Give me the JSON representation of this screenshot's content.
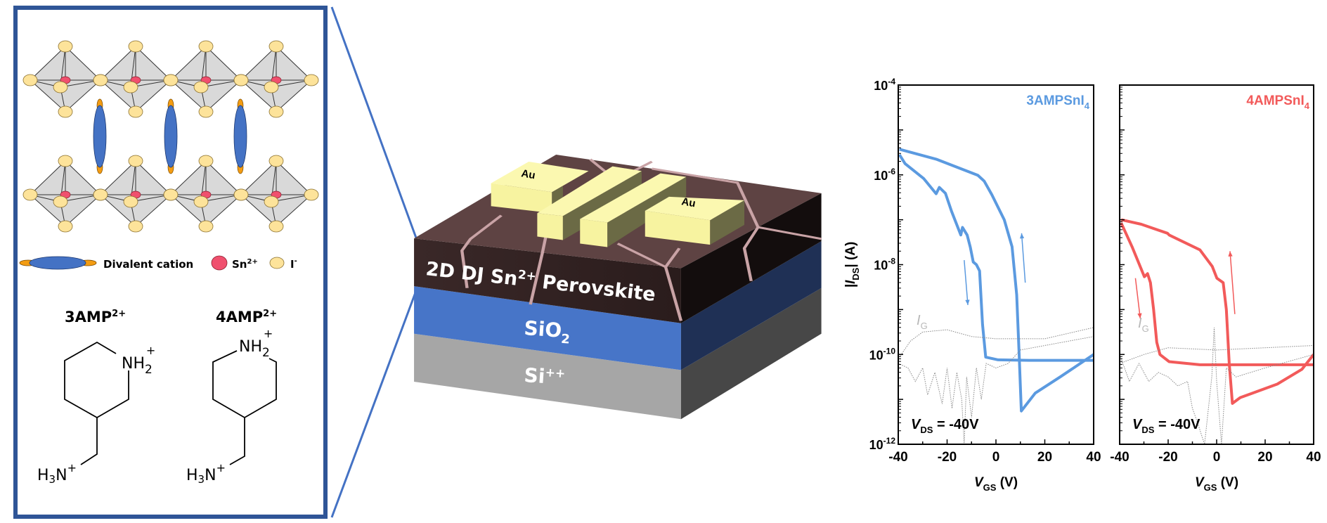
{
  "structure_panel": {
    "legend": {
      "cation_label": "Divalent cation",
      "sn_label": "Sn",
      "sn_sup": "2+",
      "i_label": "I",
      "i_sup": "-"
    },
    "molecules": [
      {
        "name": "3AMP",
        "sup": "2+",
        "nh": "NH",
        "nh_sub": "2",
        "nh_sup": "+",
        "h": "H",
        "h_sub": "3",
        "n": "N",
        "n_sup": "+"
      },
      {
        "name": "4AMP",
        "sup": "2+",
        "nh": "NH",
        "nh_sub": "2",
        "nh_sup": "+",
        "h": "H",
        "h_sub": "3",
        "n": "N",
        "n_sup": "+"
      }
    ],
    "colors": {
      "frame": "#2f5597",
      "cation": "#4472c4",
      "cation_end": "#f39c12",
      "sn": "#f0506e",
      "iodide": "#fde39a",
      "octahedron": "#d9d9d9"
    }
  },
  "device": {
    "perovskite_label": "2D DJ Sn",
    "perovskite_sup": "2+",
    "perovskite_suffix": " Perovskite",
    "sio2_label": "SiO",
    "sio2_sub": "2",
    "si_label": "Si",
    "si_sup": "++",
    "electrode_left": "Au",
    "electrode_right": "Au"
  },
  "chart_data": [
    {
      "type": "line",
      "title": "3AMPSnI",
      "title_sub": "4",
      "color": "#5b9ae0",
      "xlabel": "V",
      "xlabel_sub": "GS",
      "xlabel_unit": " (V)",
      "ylabel": "|I",
      "ylabel_sub": "DS",
      "ylabel_unit": "| (A)",
      "yscale": "log",
      "xlim": [
        -40,
        40
      ],
      "ylim_exp": [
        -12,
        -4
      ],
      "xticks": [
        "-40",
        "-20",
        "0",
        "20",
        "40"
      ],
      "xtick_values": [
        -40,
        -20,
        0,
        20,
        40
      ],
      "yticks_base": "10",
      "yticks_exp": [
        "-4",
        "-6",
        "-8",
        "-10",
        "-12"
      ],
      "annotation": {
        "v": "V",
        "sub": "DS",
        "text": " = -40V"
      },
      "ig_label": {
        "i": "I",
        "sub": "G"
      },
      "series": [
        {
          "name": "IDS forward sweep (log10 A)",
          "points": [
            [
              -39.5,
              -5.55
            ],
            [
              -37.2,
              -5.75
            ],
            [
              -29.6,
              -6.08
            ],
            [
              -24.5,
              -6.42
            ],
            [
              -23.2,
              -6.28
            ],
            [
              -20.7,
              -6.41
            ],
            [
              -18.2,
              -6.81
            ],
            [
              -14.4,
              -7.34
            ],
            [
              -13.7,
              -7.17
            ],
            [
              -11.8,
              -7.34
            ],
            [
              -10.5,
              -7.61
            ],
            [
              -9.3,
              -7.94
            ],
            [
              -8,
              -8.0
            ],
            [
              -6.7,
              -8.14
            ],
            [
              -5.5,
              -9.33
            ],
            [
              -4.2,
              -10.06
            ],
            [
              0.9,
              -10.12
            ],
            [
              13.6,
              -10.13
            ],
            [
              40,
              -10.13
            ]
          ]
        },
        {
          "name": "IDS reverse sweep (log10 A)",
          "points": [
            [
              40,
              -10.0
            ],
            [
              26.3,
              -10.5
            ],
            [
              16.1,
              -10.86
            ],
            [
              10.4,
              -11.26
            ],
            [
              9.5,
              -10.0
            ],
            [
              8.5,
              -8.67
            ],
            [
              6.6,
              -7.6
            ],
            [
              3.4,
              -7.0
            ],
            [
              -1.7,
              -6.44
            ],
            [
              -4.8,
              -6.14
            ],
            [
              -7.4,
              -6.01
            ],
            [
              -24.5,
              -5.65
            ],
            [
              -39.5,
              -5.43
            ]
          ]
        },
        {
          "name": "IG a (log10 A)",
          "dotted": true,
          "points": [
            [
              -40,
              -10.1
            ],
            [
              -35,
              -9.7
            ],
            [
              -30,
              -9.5
            ],
            [
              -20,
              -9.45
            ],
            [
              -10,
              -9.6
            ],
            [
              0,
              -9.65
            ],
            [
              20,
              -9.65
            ],
            [
              40,
              -9.4
            ]
          ]
        },
        {
          "name": "IG b (log10 A)",
          "dotted": true,
          "points": [
            [
              -40,
              -10.2
            ],
            [
              -36,
              -10.3
            ],
            [
              -33,
              -10.6
            ],
            [
              -30,
              -10.3
            ],
            [
              -28,
              -10.9
            ],
            [
              -25,
              -10.4
            ],
            [
              -22,
              -11.1
            ],
            [
              -20,
              -10.3
            ],
            [
              -18,
              -11.2
            ],
            [
              -16,
              -10.4
            ],
            [
              -14,
              -11.0
            ],
            [
              -13,
              -12.0
            ],
            [
              -12,
              -10.5
            ],
            [
              -10,
              -11.4
            ],
            [
              -8,
              -10.3
            ],
            [
              -6,
              -11.0
            ],
            [
              -4,
              -10.2
            ],
            [
              0,
              -10.3
            ],
            [
              5,
              -10.2
            ],
            [
              10,
              -9.9
            ],
            [
              20,
              -9.8
            ],
            [
              30,
              -9.7
            ],
            [
              40,
              -9.6
            ]
          ]
        }
      ],
      "arrows": [
        {
          "from": [
            -13,
            -7.9
          ],
          "to": [
            -11.5,
            -8.9
          ]
        },
        {
          "from": [
            12,
            -8.4
          ],
          "to": [
            10.5,
            -7.3
          ]
        }
      ]
    },
    {
      "type": "line",
      "title": "4AMPSnI",
      "title_sub": "4",
      "color": "#f25a5a",
      "xlabel": "V",
      "xlabel_sub": "GS",
      "xlabel_unit": " (V)",
      "yscale": "log",
      "xlim": [
        -40,
        40
      ],
      "ylim_exp": [
        -12,
        -4
      ],
      "xticks": [
        "-40",
        "-20",
        "0",
        "20",
        "40"
      ],
      "xtick_values": [
        -40,
        -20,
        0,
        20,
        40
      ],
      "annotation": {
        "v": "V",
        "sub": "DS",
        "text": " = -40V"
      },
      "ig_label": {
        "i": "I",
        "sub": "G"
      },
      "series": [
        {
          "name": "IDS forward sweep (log10 A)",
          "points": [
            [
              -39.4,
              -7.07
            ],
            [
              -34.9,
              -7.6
            ],
            [
              -29.8,
              -8.27
            ],
            [
              -28.5,
              -8.2
            ],
            [
              -27.3,
              -8.4
            ],
            [
              -26,
              -9.0
            ],
            [
              -24.7,
              -9.73
            ],
            [
              -23.4,
              -10.0
            ],
            [
              -19.6,
              -10.16
            ],
            [
              -6.9,
              -10.23
            ],
            [
              40,
              -10.23
            ]
          ]
        },
        {
          "name": "IDS reverse sweep (log10 A)",
          "points": [
            [
              40,
              -10.0
            ],
            [
              35.2,
              -10.33
            ],
            [
              25,
              -10.66
            ],
            [
              9.7,
              -10.96
            ],
            [
              6.5,
              -11.09
            ],
            [
              5.2,
              -10.2
            ],
            [
              4,
              -9.0
            ],
            [
              2.7,
              -8.4
            ],
            [
              0.1,
              -8.3
            ],
            [
              -1.8,
              -8.04
            ],
            [
              -6.9,
              -7.67
            ],
            [
              -19.6,
              -7.34
            ],
            [
              -20.3,
              -7.3
            ],
            [
              -31.1,
              -7.1
            ],
            [
              -39.4,
              -7.0
            ]
          ]
        },
        {
          "name": "IG a (log10 A)",
          "dotted": true,
          "points": [
            [
              -40,
              -10.2
            ],
            [
              -30,
              -10.0
            ],
            [
              -20,
              -9.85
            ],
            [
              0,
              -9.9
            ],
            [
              20,
              -9.85
            ],
            [
              40,
              -9.8
            ]
          ]
        },
        {
          "name": "IG b (log10 A)",
          "dotted": true,
          "points": [
            [
              -40,
              -10.0
            ],
            [
              -36,
              -10.6
            ],
            [
              -32,
              -10.2
            ],
            [
              -28,
              -10.6
            ],
            [
              -24,
              -10.4
            ],
            [
              -20,
              -10.5
            ],
            [
              -16,
              -10.7
            ],
            [
              -12,
              -10.6
            ],
            [
              -10,
              -11.2
            ],
            [
              -8,
              -11.5
            ],
            [
              -5,
              -12.0
            ],
            [
              -2,
              -10.5
            ],
            [
              -1,
              -9.4
            ],
            [
              0,
              -10.6
            ],
            [
              2,
              -12.0
            ],
            [
              4,
              -10.3
            ],
            [
              8,
              -10.5
            ],
            [
              20,
              -10.3
            ],
            [
              40,
              -10.0
            ]
          ]
        }
      ],
      "arrows": [
        {
          "from": [
            -33.5,
            -8.3
          ],
          "to": [
            -31.5,
            -9.2
          ]
        },
        {
          "from": [
            7.5,
            -9.1
          ],
          "to": [
            5.5,
            -7.7
          ]
        }
      ]
    }
  ]
}
